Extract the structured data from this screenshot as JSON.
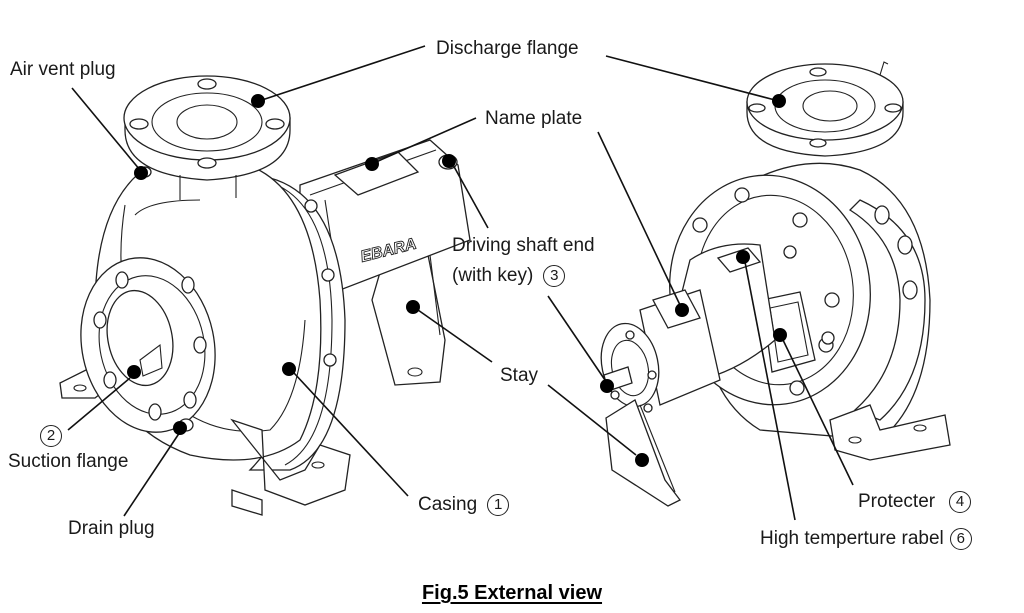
{
  "figure": {
    "caption": "Fig.5 External view",
    "brand_marking": "EBARA"
  },
  "labels": {
    "air_vent_plug": "Air vent plug",
    "discharge_flange": "Discharge flange",
    "name_plate": "Name plate",
    "driving_shaft_end_line1": "Driving shaft end",
    "driving_shaft_end_line2": "(with key)",
    "driving_shaft_end_num": "③",
    "stay": "Stay",
    "suction_flange_num": "②",
    "suction_flange": "Suction flange",
    "drain_plug": "Drain plug",
    "casing": "Casing",
    "casing_num": "①",
    "protecter": "Protecter",
    "protecter_num": "④",
    "high_temp_label": "High temperture rabel",
    "high_temp_label_num": "⑥"
  }
}
